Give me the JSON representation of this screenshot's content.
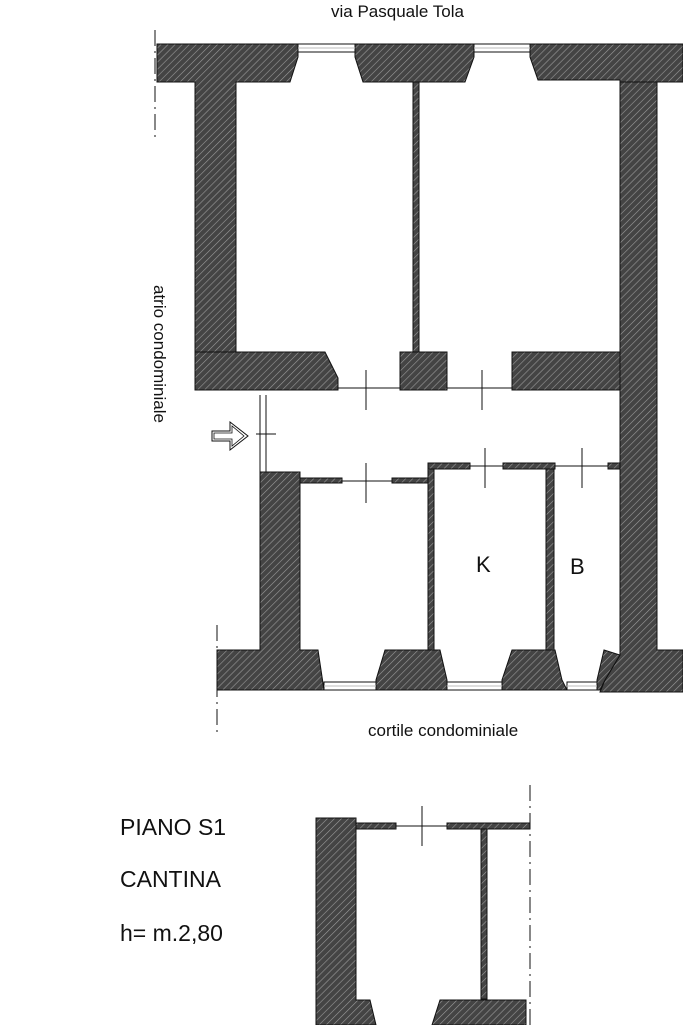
{
  "labels": {
    "street": "via Pasquale Tola",
    "atrium": "atrio condominiale",
    "courtyard": "cortile condominiale",
    "room_k": "K",
    "room_b": "B"
  },
  "legend": {
    "floor": "PIANO S1",
    "room": "CANTINA",
    "height": "h= m.2,80"
  },
  "colors": {
    "wall_fill": "#444444",
    "wall_hatch": "#9a9a9a",
    "line": "#111111",
    "window": "#bbbbbb"
  }
}
